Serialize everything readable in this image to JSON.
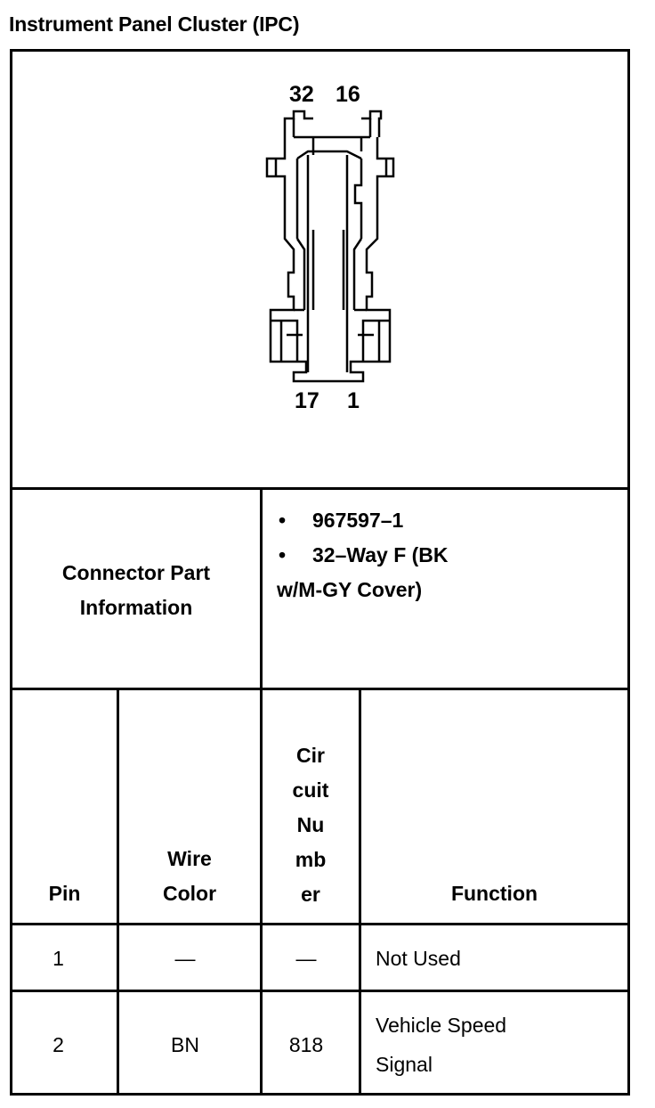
{
  "title": "Instrument Panel Cluster (IPC)",
  "connector": {
    "top_left_pin": "32",
    "top_right_pin": "16",
    "bottom_left_pin": "17",
    "bottom_right_pin": "1"
  },
  "part_info": {
    "label_line1": "Connector Part",
    "label_line2": "Information",
    "bullet_1": "967597–1",
    "bullet_2_line1": "32–Way F (BK",
    "bullet_2_line2": "w/M-GY Cover)",
    "bullet_symbol": "•"
  },
  "table": {
    "headers": {
      "pin": "Pin",
      "wire_color_line1": "Wire",
      "wire_color_line2": "Color",
      "circuit_line1": "Cir",
      "circuit_line2": "cuit",
      "circuit_line3": "Nu",
      "circuit_line4": "mb",
      "circuit_line5": "er",
      "function": "Function"
    },
    "rows": [
      {
        "pin": "1",
        "wire_color": "—",
        "circuit": "—",
        "function_line1": "Not Used",
        "function_line2": ""
      },
      {
        "pin": "2",
        "wire_color": "BN",
        "circuit": "818",
        "function_line1": "Vehicle Speed",
        "function_line2": "Signal"
      }
    ]
  }
}
